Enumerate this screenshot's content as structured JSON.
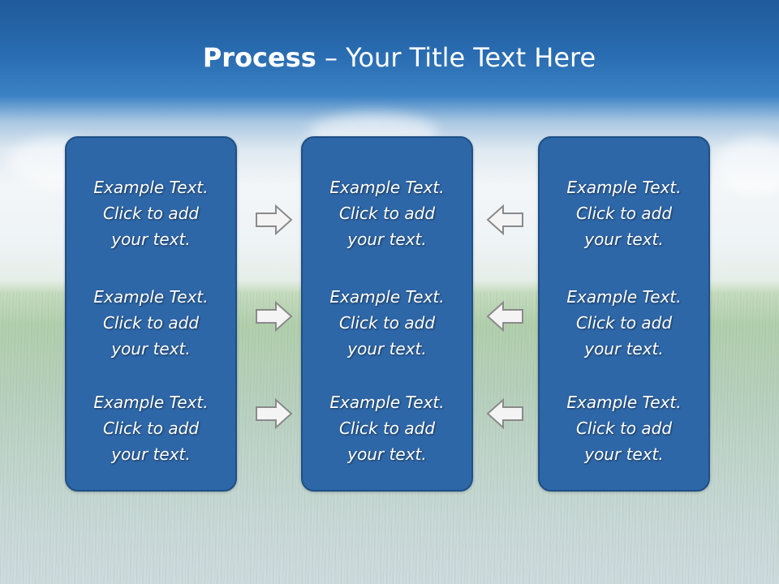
{
  "slide": {
    "title_bold": "Process",
    "title_sep": " – ",
    "title_rest": "Your Title Text Here"
  },
  "columns": [
    {
      "items": [
        {
          "line1": "Example Text.",
          "line2": "Click  to add",
          "line3": "your text."
        },
        {
          "line1": "Example Text.",
          "line2": "Click  to add",
          "line3": "your text."
        },
        {
          "line1": "Example Text.",
          "line2": "Click  to add",
          "line3": "your text."
        }
      ]
    },
    {
      "items": [
        {
          "line1": "Example Text.",
          "line2": "Click  to add",
          "line3": "your text."
        },
        {
          "line1": "Example Text.",
          "line2": "Click  to add",
          "line3": "your text."
        },
        {
          "line1": "Example Text.",
          "line2": "Click  to add",
          "line3": "your text."
        }
      ]
    },
    {
      "items": [
        {
          "line1": "Example Text.",
          "line2": "Click  to add",
          "line3": "your text."
        },
        {
          "line1": "Example Text.",
          "line2": "Click  to add",
          "line3": "your text."
        },
        {
          "line1": "Example Text.",
          "line2": "Click  to add",
          "line3": "your text."
        }
      ]
    }
  ],
  "arrows": {
    "left_group": {
      "direction": "right",
      "icon": "arrow-right-icon"
    },
    "right_group": {
      "direction": "left",
      "icon": "arrow-left-icon"
    }
  },
  "colors": {
    "box_fill": "#2e67a8",
    "box_border": "#1d4f86",
    "arrow_fill": "#f4f4f4",
    "arrow_stroke": "#8a8a8a"
  }
}
